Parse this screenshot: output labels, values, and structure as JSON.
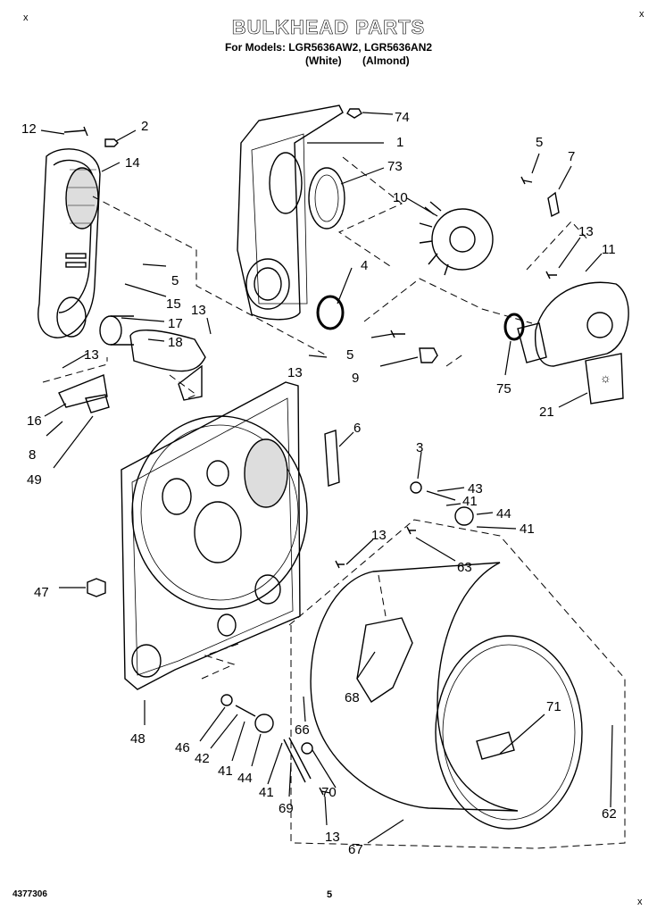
{
  "page": {
    "title": "BULKHEAD PARTS",
    "subtitle": "For Models: LGR5636AW2, LGR5636AN2",
    "color_variants": "(White)       (Almond)",
    "footer_code": "4377306",
    "page_number": "5",
    "corner_mark": "x"
  },
  "callouts": [
    "12",
    "2",
    "14",
    "5",
    "15",
    "17",
    "13",
    "18",
    "13",
    "16",
    "8",
    "49",
    "74",
    "1",
    "73",
    "4",
    "5",
    "13",
    "9",
    "10",
    "5",
    "7",
    "13",
    "11",
    "75",
    "21",
    "6",
    "3",
    "43",
    "41",
    "44",
    "41",
    "63",
    "13",
    "47",
    "48",
    "68",
    "66",
    "71",
    "46",
    "42",
    "41",
    "44",
    "41",
    "69",
    "70",
    "13",
    "67",
    "62"
  ]
}
